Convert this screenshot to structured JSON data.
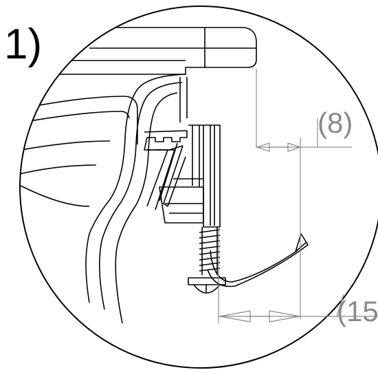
{
  "step_label": "1)",
  "dimensions": {
    "top": "(8)",
    "bottom": "(15"
  },
  "colors": {
    "line": "#000000",
    "dimension": "#8a8a8a",
    "background": "#ffffff"
  }
}
